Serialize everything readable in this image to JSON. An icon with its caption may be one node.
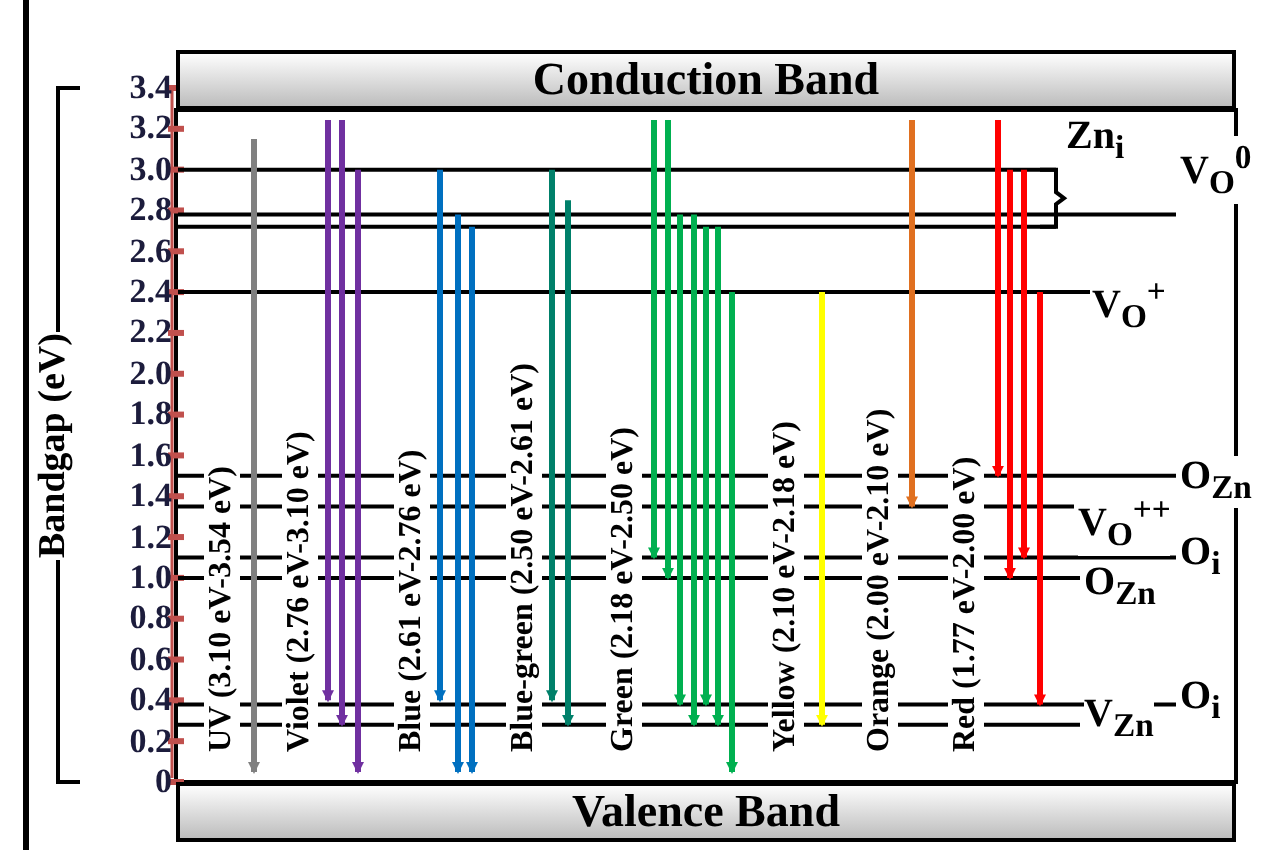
{
  "diagram": {
    "nodes": [
      {
        "text": [
          "Conduction Band"
        ]
      },
      {
        "text": [
          "Valence Band"
        ]
      }
    ],
    "labels": [
      "3.4",
      "3.2",
      "3.0",
      "2.8",
      "2.6",
      "2.4",
      "2.2",
      "2.0",
      "1.8",
      "1.6",
      "1.4",
      "1.2",
      "1.0",
      "0.8",
      "0.6",
      "0.4",
      "0.2",
      "0",
      "Bandgap (eV)",
      "UV (3.10 eV-3.54 eV)",
      "Violet (2.76 eV-3.10 eV)",
      "Blue (2.61 eV-2.76 eV)",
      "Blue-green (2.50 eV-2.61 eV)",
      "Green (2.18 eV-2.50 eV)",
      "Yellow (2.10 eV-2.18 eV)",
      "Orange (2.00 eV-2.10 eV)",
      "Red (1.77 eV-2.00 eV)",
      "Zn$_{i}$",
      "V$_{O}$$^{0}$",
      "V$_{O}$$^{+}$",
      "O$_{Zn}$",
      "V$_{O}$$^{++}$",
      "O$_{i}$",
      "O$_{Zn}$",
      "O$_{i}$",
      "V$_{Zn}$"
    ]
  }
}
